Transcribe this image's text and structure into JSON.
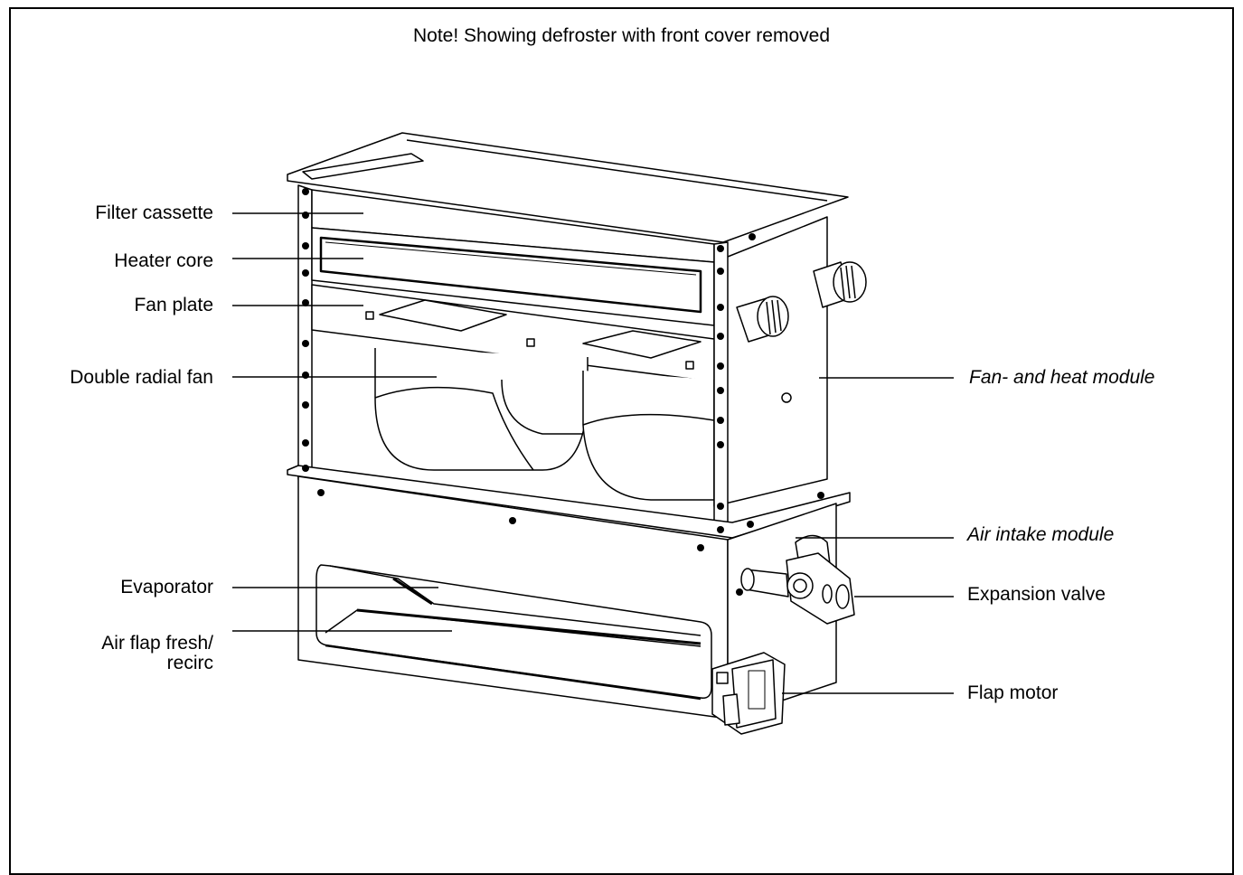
{
  "note": "Note! Showing defroster with front cover removed",
  "labels": {
    "filter_cassette": "Filter cassette",
    "heater_core": "Heater core",
    "fan_plate": "Fan plate",
    "double_radial_fan": "Double radial fan",
    "evaporator": "Evaporator",
    "air_flap_line1": "Air flap fresh/",
    "air_flap_line2": "recirc",
    "fan_heat_module": "Fan- and heat module",
    "air_intake_module": "Air intake module",
    "expansion_valve": "Expansion valve",
    "flap_motor": "Flap motor"
  }
}
